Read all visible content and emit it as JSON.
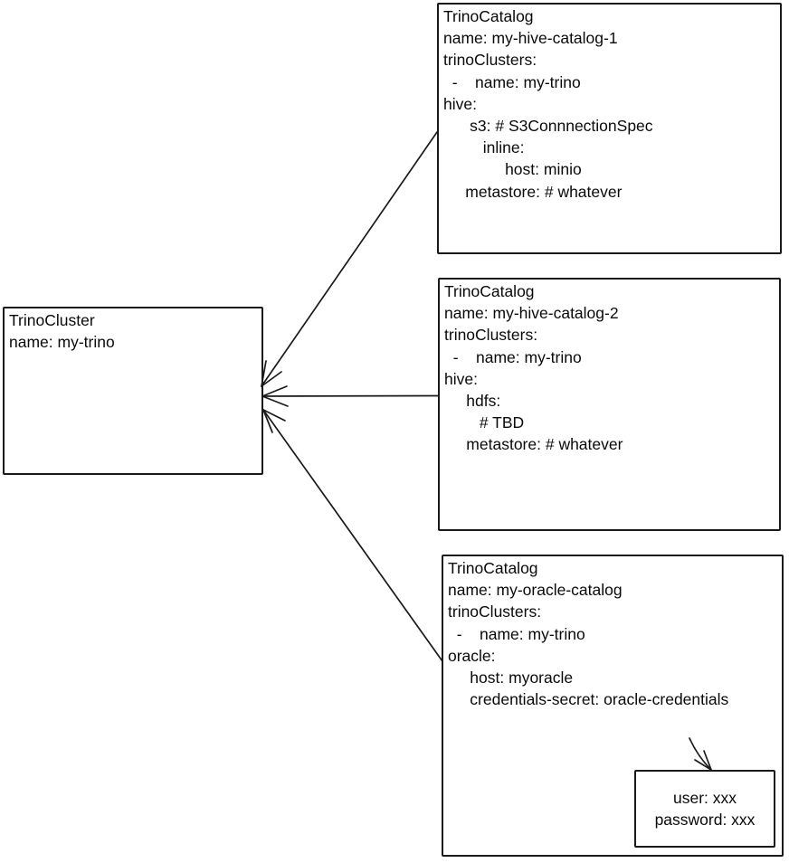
{
  "cluster": {
    "kind": "TrinoCluster",
    "lines": [
      "TrinoCluster",
      "name: my-trino"
    ]
  },
  "catalogs": [
    {
      "kind": "TrinoCatalog",
      "name": "my-hive-catalog-1",
      "lines": [
        "TrinoCatalog",
        "name: my-hive-catalog-1",
        "trinoClusters:",
        "  -    name: my-trino",
        "hive:",
        "      s3: # S3ConnnectionSpec",
        "         inline:",
        "              host: minio",
        "     metastore: # whatever"
      ]
    },
    {
      "kind": "TrinoCatalog",
      "name": "my-hive-catalog-2",
      "lines": [
        "TrinoCatalog",
        "name: my-hive-catalog-2",
        "trinoClusters:",
        "  -    name: my-trino",
        "hive:",
        "     hdfs:",
        "        # TBD",
        "     metastore: # whatever"
      ]
    },
    {
      "kind": "TrinoCatalog",
      "name": "my-oracle-catalog",
      "lines": [
        "TrinoCatalog",
        "name: my-oracle-catalog",
        "trinoClusters:",
        "  -    name: my-trino",
        "oracle:",
        "     host: myoracle",
        "     credentials-secret: oracle-credentials"
      ]
    }
  ],
  "secret": {
    "lines": [
      "user: xxx",
      "password: xxx"
    ]
  },
  "edges": [
    {
      "from": "trino-catalog-1",
      "to": "trino-cluster",
      "style": "arrow"
    },
    {
      "from": "trino-catalog-2",
      "to": "trino-cluster",
      "style": "arrow"
    },
    {
      "from": "trino-catalog-3",
      "to": "trino-cluster",
      "style": "arrow"
    },
    {
      "from": "credentials-secret-field",
      "to": "credentials-secret-box",
      "style": "arrow"
    }
  ],
  "colors": {
    "ink": "#1a1a1a",
    "background": "#ffffff"
  }
}
